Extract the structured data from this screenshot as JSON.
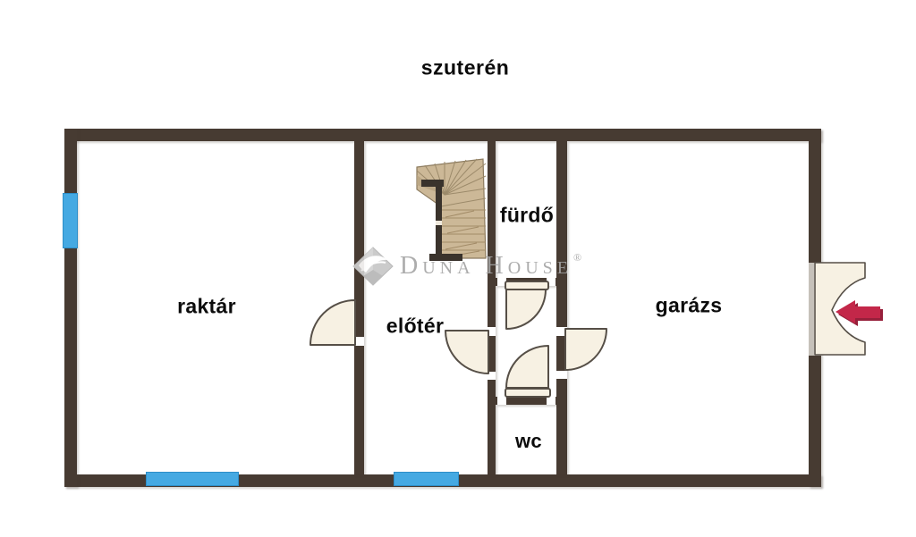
{
  "title": "szuterén",
  "watermark": {
    "brand": "Duna House",
    "registered": "®"
  },
  "rooms": [
    {
      "id": "raktar",
      "label": "raktár"
    },
    {
      "id": "eloter",
      "label": "előtér"
    },
    {
      "id": "furdo",
      "label": "fürdő"
    },
    {
      "id": "wc",
      "label": "wc"
    },
    {
      "id": "garazs",
      "label": "garázs"
    }
  ],
  "colors": {
    "wall": "#473b32",
    "window_blue": "#45a9e2",
    "door_leaf": "#f7f1e3",
    "door_stroke": "#564f47",
    "stairs": "#ccb897",
    "stairs_line": "#937f5e",
    "railing": "#3a332c",
    "entry_arrow": "#c32749",
    "entry_arrow_shade": "#96203b",
    "watermark_gray": "#a4a4a4"
  }
}
